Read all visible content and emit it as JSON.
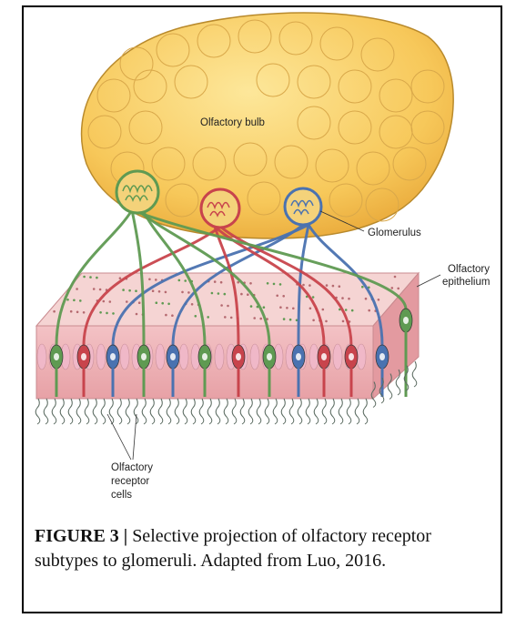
{
  "labels": {
    "bulb": "Olfactory bulb",
    "glomerulus": "Glomerulus",
    "epithelium_line1": "Olfactory",
    "epithelium_line2": "epithelium",
    "receptor_line1": "Olfactory",
    "receptor_line2": "receptor",
    "receptor_line3": "cells"
  },
  "caption": {
    "prefix": "FIGURE 3 |",
    "text": " Selective projection of olfactory receptor subtypes to glomeruli. Adapted from Luo, 2016."
  },
  "colors": {
    "bulb_fill": "#f7c85a",
    "bulb_stroke": "#b98a2c",
    "green": "#5f9a52",
    "red": "#c8444c",
    "blue": "#4a72b0",
    "epithelium_front": "#eeb3b8",
    "epithelium_top": "#f5d4d3"
  }
}
